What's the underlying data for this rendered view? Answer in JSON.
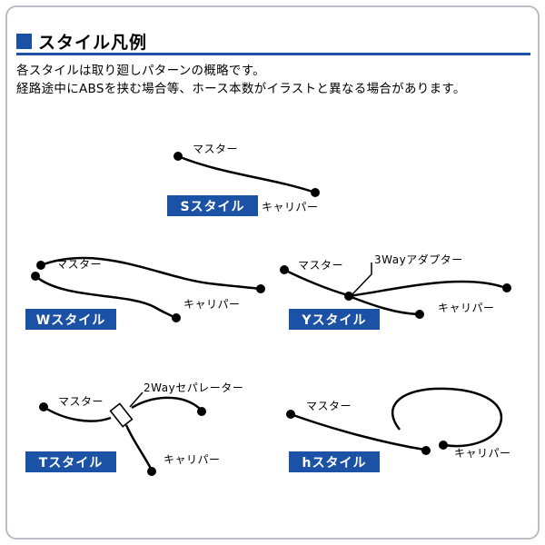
{
  "header": {
    "title": "スタイル凡例",
    "desc1": "各スタイルは取り廻しパターンの概略です。",
    "desc2": "経路途中にABSを挟む場合等、ホース本数がイラストと異なる場合があります。"
  },
  "labels": {
    "master": "マスター",
    "caliper": "キャリパー",
    "adapter3way": "3Wayアダプター",
    "separator2way": "2Wayセパレーター"
  },
  "styles": {
    "s": "Sスタイル",
    "w": "Wスタイル",
    "y": "Yスタイル",
    "t": "Tスタイル",
    "h": "hスタイル"
  },
  "colors": {
    "accent_blue": "#1b52a5",
    "hose_black": "#000000",
    "frame_gray": "#b9bec6"
  }
}
